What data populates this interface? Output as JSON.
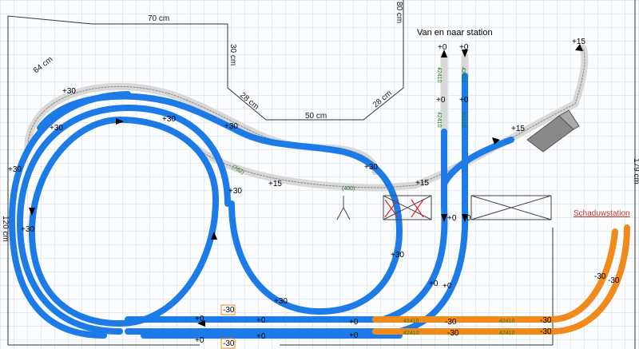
{
  "dimensions": {
    "d70": "70 cm",
    "d64": "64 cm",
    "d30": "30 cm",
    "d80": "80 cm",
    "d28a": "28 cm",
    "d50": "50 cm",
    "d28b": "28 cm",
    "d179": "179 cm",
    "d120": "120 cm"
  },
  "labels": {
    "station_title": "Van en naar station",
    "shadow_station": "Schaduwstation",
    "elev_plus15_top": "+15",
    "elev_plus15_mid": "+15",
    "elev_plus15_left": "+15",
    "elev_plus15_right": "+15",
    "elev_plus30_a": "+30",
    "elev_plus30_b": "+30",
    "elev_plus30_c": "+30",
    "elev_plus30_d": "+30",
    "elev_plus30_e": "+30",
    "elev_plus30_f": "+30",
    "elev_plus30_g": "+30",
    "elev_plus30_h": "+30",
    "elev_plus30_i": "+30",
    "elev_plus30_j": "+30",
    "elev_zero_1": "+0",
    "elev_zero_2": "+0",
    "elev_zero_3": "+0",
    "elev_zero_4": "+0",
    "elev_zero_5": "+0",
    "elev_zero_6": "+0",
    "elev_zero_7": "+0",
    "elev_zero_8": "+0",
    "elev_zero_9": "+0",
    "elev_zero_10": "+0",
    "elev_zero_11": "+0",
    "elev_zero_12": "+0",
    "elev_zero_13": "+0",
    "elev_zero_14": "+0",
    "elev_minus30_1": "-30",
    "elev_minus30_2": "-30",
    "elev_minus30_3": "-30",
    "elev_minus30_4": "-30",
    "elev_minus30_5": "-30",
    "elev_minus30_6": "-30",
    "elev_minus30_7": "-30",
    "elev_minus30_8": "-30",
    "piece_a": "42410",
    "piece_b": "42410",
    "piece_c": "42410",
    "piece_d": "42410",
    "piece_e": "(400)",
    "piece_f": "(762)",
    "piece_g": "42410",
    "piece_h": "42410",
    "piece_i": "42410",
    "piece_j": "42410"
  },
  "colors": {
    "blue_track": "#1c7be6",
    "gray_track": "#d8d8d8",
    "orange_track": "#f08a1a",
    "wall": "#333333"
  }
}
